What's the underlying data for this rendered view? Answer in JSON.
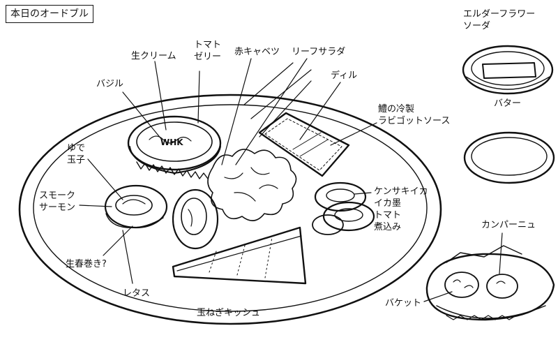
{
  "title": "本日のオードブル",
  "labels": {
    "cream": "生クリーム",
    "tomato_jelly": "トマト\nゼリー",
    "red_cabbage": "赤キャベツ",
    "leaf_salad": "リーフサラダ",
    "dill": "ディル",
    "basil": "バジル",
    "carp": "鱧の冷製\nラビゴットソース",
    "egg": "ゆで\n玉子",
    "salmon": "スモーク\nサーモン",
    "squid": "ケンサキイカ\nイカ墨\nトマト\n煮込み",
    "spring_roll": "生春巻き?",
    "lettuce": "レタス",
    "quiche": "玉ねぎキッシュ",
    "elderflower": "エルダーフラワー\nソーダ",
    "butter": "バター",
    "campagne": "カンパーニュ",
    "baguette": "バケット",
    "cream_text": "WHK"
  }
}
